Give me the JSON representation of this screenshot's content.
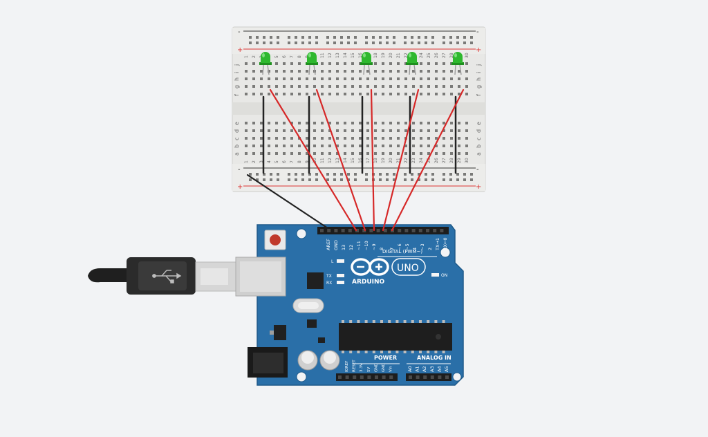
{
  "breadboard": {
    "rail_minus": "-",
    "rail_plus": "+",
    "row_letters_top": [
      "f",
      "g",
      "h",
      "i",
      "j"
    ],
    "row_letters_bottom": [
      "a",
      "b",
      "c",
      "d",
      "e"
    ],
    "column_numbers": [
      "1",
      "2",
      "3",
      "4",
      "5",
      "6",
      "7",
      "8",
      "9",
      "10",
      "11",
      "12",
      "13",
      "14",
      "15",
      "16",
      "17",
      "18",
      "19",
      "20",
      "21",
      "22",
      "23",
      "24",
      "25",
      "26",
      "27",
      "28",
      "29",
      "30"
    ]
  },
  "leds": {
    "count": 5,
    "color": "#2eb82e"
  },
  "wires": {
    "signal_color": "#d62828",
    "ground_color": "#222222"
  },
  "arduino": {
    "brand": "ARDUINO",
    "model": "UNO",
    "digital_title": "DIGITAL (PWM~)",
    "digital_pins": [
      "AREF",
      "GND",
      "13",
      "12",
      "~11",
      "~10",
      "~9",
      "8",
      "7",
      "~6",
      "~5",
      "4",
      "~3",
      "2",
      "TX→1",
      "RX←0"
    ],
    "led_labels": {
      "l": "L",
      "tx": "TX",
      "rx": "RX",
      "on": "ON"
    },
    "power_title": "POWER",
    "power_pins": [
      "IOREF",
      "RESET",
      "3.3V",
      "5V",
      "GND",
      "GND",
      "Vin"
    ],
    "analog_title": "ANALOG IN",
    "analog_pins": [
      "A0",
      "A1",
      "A2",
      "A3",
      "A4",
      "A5"
    ],
    "board_color": "#2a6fa8"
  }
}
